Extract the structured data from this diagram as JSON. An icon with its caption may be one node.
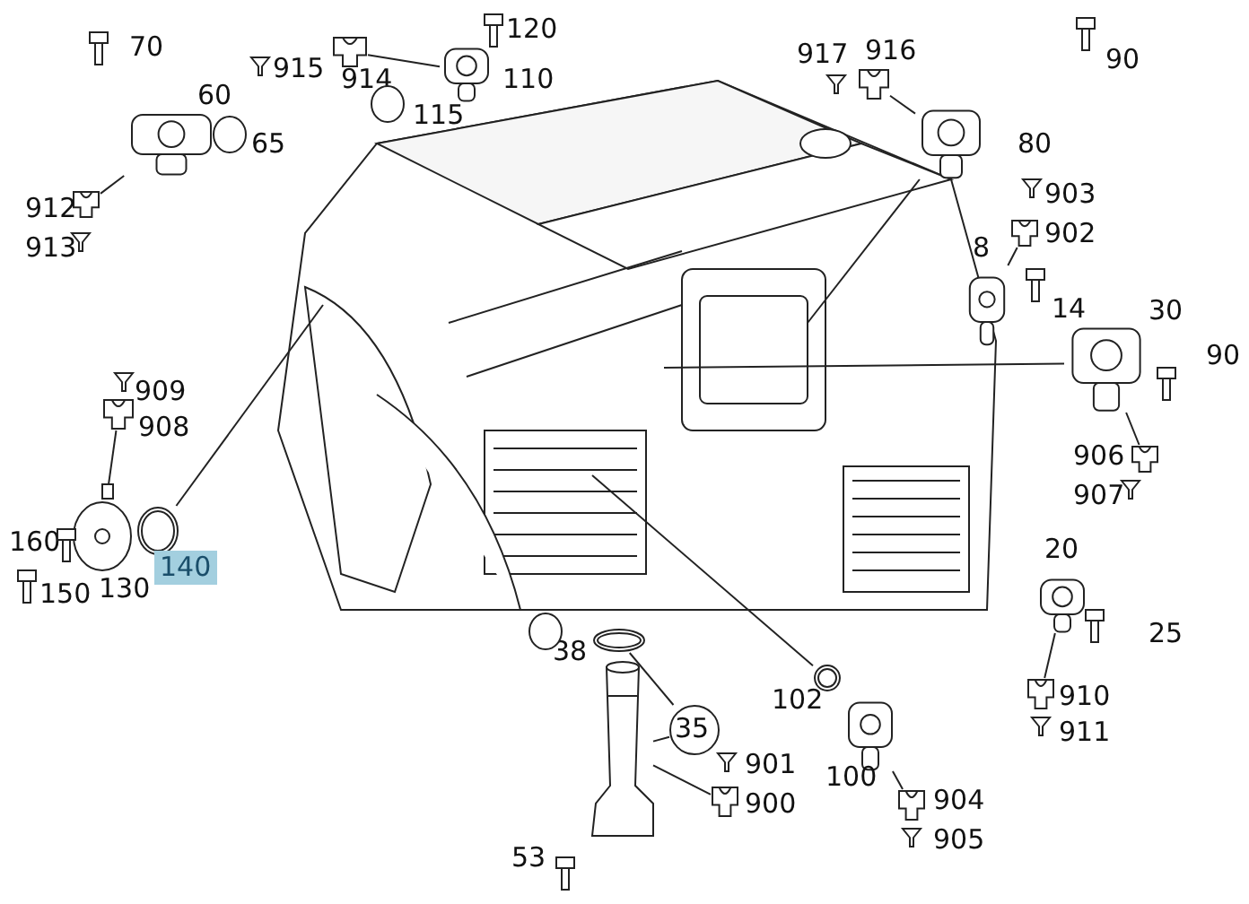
{
  "diagram": {
    "nodes": [
      {
        "text": [],
        "shape": "picture"
      },
      {
        "text": [
          "35"
        ]
      },
      {
        "text": [],
        "shape": "picture"
      },
      {
        "text": [],
        "shape": "picture"
      },
      {
        "text": [],
        "shape": "picture"
      },
      {
        "text": [],
        "shape": "picture"
      },
      {
        "text": [],
        "shape": "picture"
      },
      {
        "text": [],
        "shape": "picture"
      },
      {
        "text": [],
        "shape": "picture"
      },
      {
        "text": [],
        "shape": "picture"
      },
      {
        "text": [],
        "shape": "picture"
      },
      {
        "text": [],
        "shape": "picture"
      },
      {
        "text": [],
        "shape": "picture"
      },
      {
        "text": [],
        "shape": "picture"
      },
      {
        "text": [],
        "shape": "picture"
      },
      {
        "text": [],
        "shape": "picture"
      },
      {
        "text": [],
        "shape": "picture"
      },
      {
        "text": [],
        "shape": "picture"
      },
      {
        "text": [],
        "shape": "picture"
      },
      {
        "text": [],
        "shape": "picture"
      },
      {
        "text": [],
        "shape": "picture"
      },
      {
        "text": [],
        "shape": "picture"
      },
      {
        "text": [],
        "shape": "picture"
      }
    ],
    "edges": [
      {
        "from": 1,
        "to": 2,
        "arrow": "none"
      },
      {
        "from": 1,
        "to": 3,
        "arrow": "none"
      },
      {
        "from": 4,
        "to": 0,
        "arrow": "none"
      },
      {
        "from": 6,
        "to": 5,
        "arrow": "none"
      },
      {
        "from": 8,
        "to": 7,
        "arrow": "none"
      },
      {
        "from": 10,
        "to": 9,
        "arrow": "none"
      },
      {
        "from": 9,
        "to": 0,
        "arrow": "none"
      },
      {
        "from": 12,
        "to": 11,
        "arrow": "none"
      },
      {
        "from": 14,
        "to": 13,
        "arrow": "none"
      },
      {
        "from": 16,
        "to": 15,
        "arrow": "none"
      },
      {
        "from": 0,
        "to": 15,
        "arrow": "none"
      },
      {
        "from": 18,
        "to": 17,
        "arrow": "none"
      },
      {
        "from": 20,
        "to": 19,
        "arrow": "none"
      },
      {
        "from": 0,
        "to": 21,
        "arrow": "none"
      },
      {
        "from": 22,
        "to": 3,
        "arrow": "none"
      }
    ],
    "labels": [
      "70",
      "120",
      "915",
      "914",
      "110",
      "917",
      "916",
      "90",
      "60",
      "65",
      "115",
      "80",
      "912",
      "913",
      "903",
      "902",
      "8",
      "14",
      "30",
      "90",
      "909",
      "908",
      "906",
      "907",
      "160",
      "140",
      "150",
      "130",
      "20",
      "25",
      "38",
      "910",
      "911",
      "102",
      "901",
      "100",
      "900",
      "904",
      "905",
      "53"
    ]
  }
}
